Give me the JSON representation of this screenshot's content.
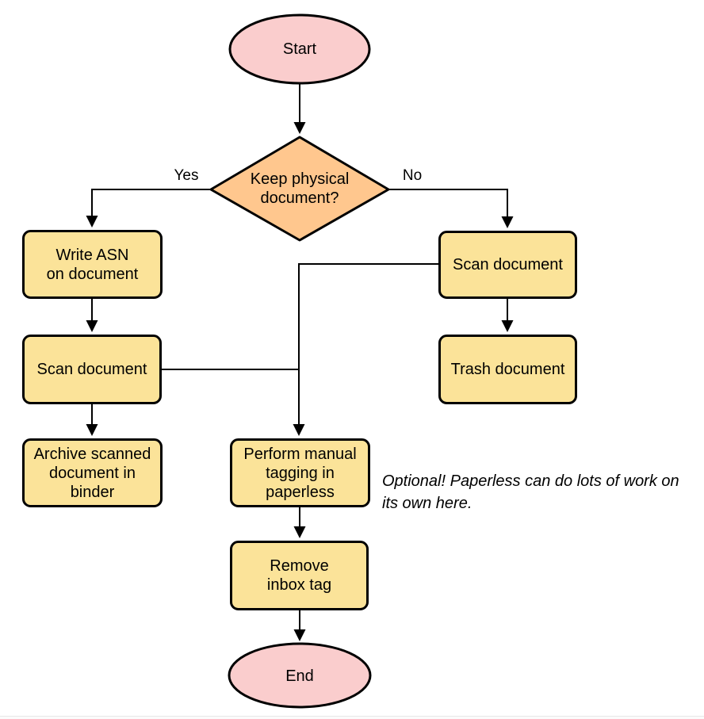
{
  "flowchart": {
    "nodes": {
      "start": {
        "label": "Start",
        "type": "terminator"
      },
      "decision": {
        "label": "Keep physical\ndocument?",
        "type": "decision"
      },
      "write_asn": {
        "label": "Write ASN\non document",
        "type": "process"
      },
      "scan_left": {
        "label": "Scan document",
        "type": "process"
      },
      "archive": {
        "label": "Archive scanned\ndocument in\nbinder",
        "type": "process"
      },
      "scan_right": {
        "label": "Scan document",
        "type": "process"
      },
      "trash": {
        "label": "Trash document",
        "type": "process"
      },
      "tagging": {
        "label": "Perform manual\ntagging in\npaperless",
        "type": "process"
      },
      "remove_inbox": {
        "label": "Remove\ninbox tag",
        "type": "process"
      },
      "end": {
        "label": "End",
        "type": "terminator"
      }
    },
    "edge_labels": {
      "yes": "Yes",
      "no": "No"
    },
    "annotation": "Optional! Paperless can do lots of work on\nits own here.",
    "colors": {
      "terminator_fill": "#FACDCD",
      "decision_fill": "#FFC78E",
      "process_fill": "#FBE399",
      "stroke": "#000000"
    }
  }
}
